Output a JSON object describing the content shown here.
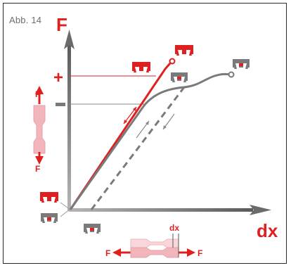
{
  "figure_label": "Abb. 14",
  "axis": {
    "y_label": "F",
    "x_label": "dx"
  },
  "markers": {
    "plus": "+",
    "minus": "–"
  },
  "force_symbols": {
    "left_top": "F",
    "left_bottom": "F",
    "bottom_left": "F",
    "bottom_right": "F",
    "bottom_dx": "dx"
  },
  "colors": {
    "red": "#e02020",
    "gray": "#7a7a7a",
    "pink": "#f3b5bc",
    "axis": "#8a8a8a"
  },
  "icons": [
    "clamp-red-icon",
    "clamp-gray-icon",
    "arrow-icon",
    "specimen-icon"
  ]
}
